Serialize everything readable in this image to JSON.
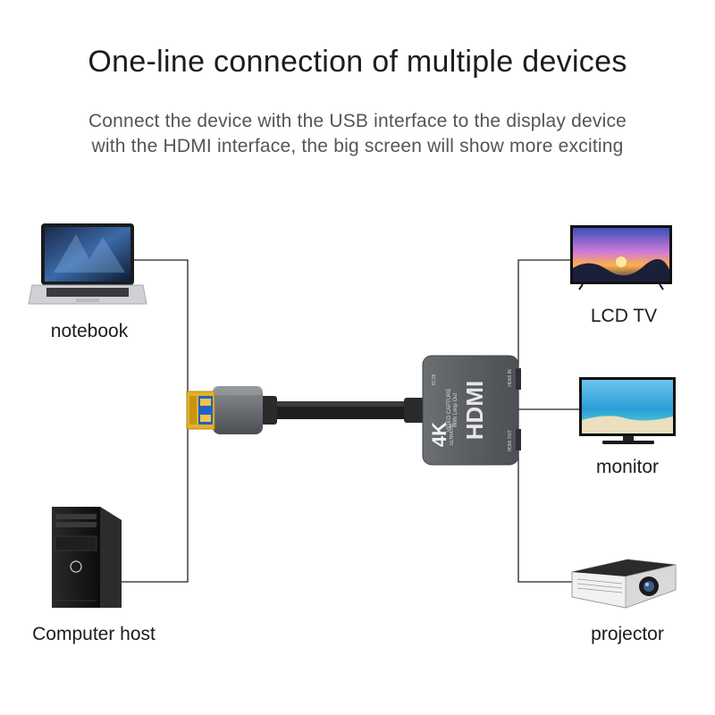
{
  "header": {
    "title": "One-line connection of multiple devices",
    "subtitle_line1": "Connect the device with the USB interface to the display device",
    "subtitle_line2": "with the HDMI interface, the big screen will show more exciting"
  },
  "left_devices": [
    {
      "label": "notebook",
      "icon": "laptop-icon"
    },
    {
      "label": "Computer host",
      "icon": "desktop-tower-icon"
    }
  ],
  "right_devices": [
    {
      "label": "LCD TV",
      "icon": "tv-icon"
    },
    {
      "label": "monitor",
      "icon": "monitor-icon"
    },
    {
      "label": "projector",
      "icon": "projector-icon"
    }
  ],
  "adapter": {
    "main_text": "HDMI",
    "resolution_badge": "4K",
    "badge_sub": "ULTRA HD",
    "line1": "VIDEO CAPTURE",
    "line2": "With Loop Out",
    "port_in": "HDMI IN",
    "port_out": "HDMI OUT",
    "model": "RC39"
  },
  "colors": {
    "line": "#222222",
    "adapter_body": "#5f6266",
    "usb_gold": "#d8a418",
    "usb_blue": "#1e63c8"
  }
}
